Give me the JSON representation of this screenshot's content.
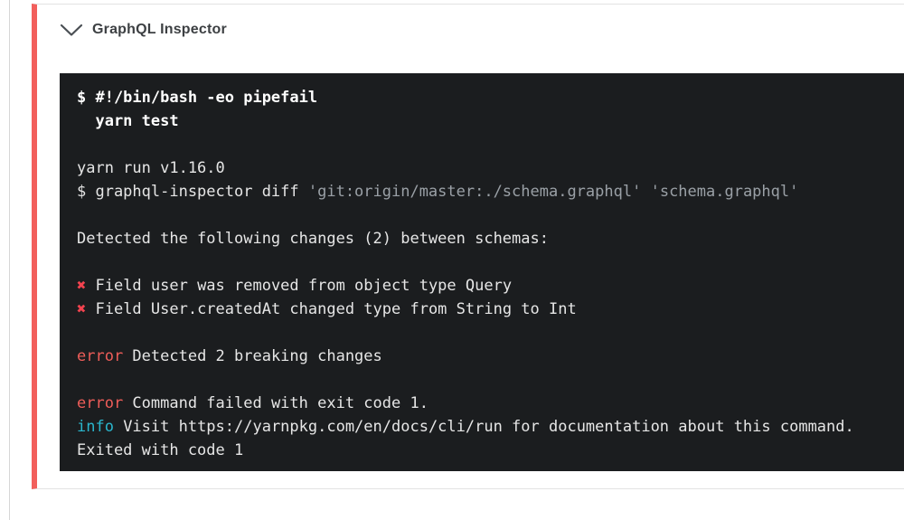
{
  "card": {
    "title": "GraphQL Inspector"
  },
  "icons": {
    "chevron": "chevron-down-icon"
  },
  "terminal": {
    "lines": [
      {
        "segments": [
          {
            "text": "$ #!/bin/bash -eo pipefail",
            "style": "bold"
          }
        ]
      },
      {
        "segments": [
          {
            "text": "  yarn test",
            "style": "bold"
          }
        ]
      },
      {
        "segments": []
      },
      {
        "segments": [
          {
            "text": "yarn run v1.16.0",
            "style": "plain"
          }
        ]
      },
      {
        "segments": [
          {
            "text": "$ graphql-inspector diff ",
            "style": "plain"
          },
          {
            "text": "'git:origin/master:./schema.graphql'",
            "style": "dim"
          },
          {
            "text": " ",
            "style": "plain"
          },
          {
            "text": "'schema.graphql'",
            "style": "dim"
          }
        ]
      },
      {
        "segments": []
      },
      {
        "segments": [
          {
            "text": "Detected the following changes (2) between schemas:",
            "style": "plain"
          }
        ]
      },
      {
        "segments": []
      },
      {
        "segments": [
          {
            "text": "✖",
            "style": "cross"
          },
          {
            "text": " Field user was removed from object type Query",
            "style": "plain"
          }
        ]
      },
      {
        "segments": [
          {
            "text": "✖",
            "style": "cross"
          },
          {
            "text": " Field User.createdAt changed type from String to Int",
            "style": "plain"
          }
        ]
      },
      {
        "segments": []
      },
      {
        "segments": [
          {
            "text": "error",
            "style": "error"
          },
          {
            "text": " Detected 2 breaking changes",
            "style": "plain"
          }
        ]
      },
      {
        "segments": []
      },
      {
        "segments": [
          {
            "text": "error",
            "style": "error"
          },
          {
            "text": " Command failed with exit code 1.",
            "style": "plain"
          }
        ]
      },
      {
        "segments": [
          {
            "text": "info",
            "style": "info"
          },
          {
            "text": " Visit https://yarnpkg.com/en/docs/cli/run for documentation about this command.",
            "style": "plain"
          }
        ]
      },
      {
        "segments": [
          {
            "text": "Exited with code 1",
            "style": "plain"
          }
        ]
      }
    ]
  },
  "colors": {
    "accent-red": "#f25f5c",
    "card-border": "#e3e3e3",
    "page-rule": "#d6d6d6",
    "title-color": "#3d4043",
    "chevron-color": "#4a4f54",
    "terminal-bg": "#1b1d1f",
    "terminal-text": "#e6e6e6",
    "terminal-bold": "#ffffff",
    "terminal-dim": "#9aa0a6",
    "cross-red": "#f2434f",
    "error-red": "#ee5d59",
    "info-cyan": "#2ab6cd"
  }
}
